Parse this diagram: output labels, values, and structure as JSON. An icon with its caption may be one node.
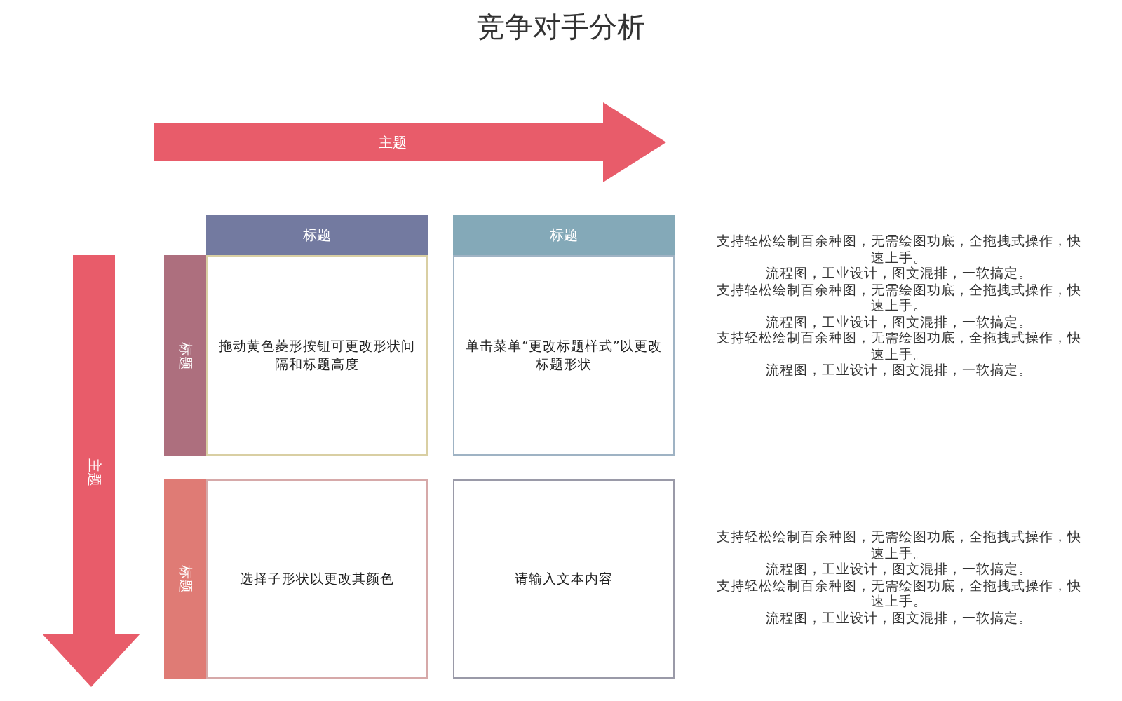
{
  "diagram": {
    "title": "竞争对手分析",
    "nodes": [
      {
        "text": [
          "主题"
        ]
      },
      {
        "text": [
          "主题"
        ]
      },
      {
        "text": [
          "标题"
        ]
      },
      {
        "text": [
          "标题"
        ]
      },
      {
        "text": [
          "标题"
        ]
      },
      {
        "text": [
          "拖动黄色菱形按钮可更改形状间隔和标题高度"
        ]
      },
      {
        "text": [
          "单击菜单“更改标题样式”以更改标题形状"
        ]
      },
      {
        "text": [
          "标题"
        ]
      },
      {
        "text": [
          "选择子形状以更改其颜色"
        ]
      },
      {
        "text": [
          "请输入文本内容"
        ]
      }
    ],
    "labels": [
      "支持轻松绘制百余种图，无需绘图功底，全拖拽式操作，快速上手。",
      "流程图，工业设计，图文混排，一软搞定。",
      "支持轻松绘制百余种图，无需绘图功底，全拖拽式操作，快速上手。",
      "流程图，工业设计，图文混排，一软搞定。",
      "支持轻松绘制百余种图，无需绘图功底，全拖拽式操作，快速上手。",
      "流程图，工业设计，图文混排，一软搞定。",
      "支持轻松绘制百余种图，无需绘图功底，全拖拽式操作，快速上手。",
      "流程图，工业设计，图文混排，一软搞定。",
      "支持轻松绘制百余种图，无需绘图功底，全拖拽式操作，快速上手。",
      "流程图，工业设计，图文混排，一软搞定。"
    ]
  }
}
